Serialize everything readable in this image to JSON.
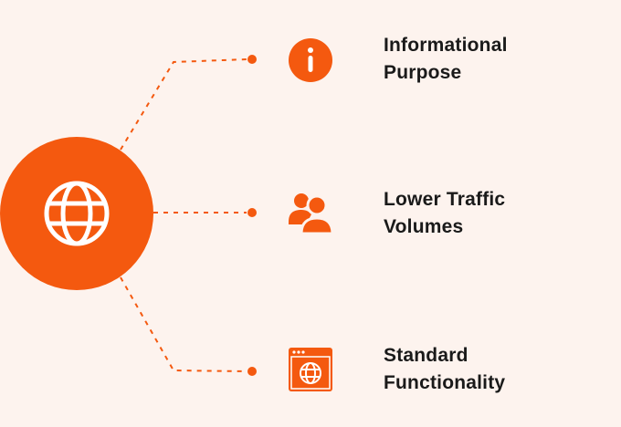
{
  "colors": {
    "accent": "#f4590f",
    "background": "#fdf3ee",
    "text": "#1a1a1a"
  },
  "hub": {
    "icon": "globe-icon"
  },
  "items": [
    {
      "icon": "info-icon",
      "line1": "Informational",
      "line2": "Purpose"
    },
    {
      "icon": "users-icon",
      "line1": "Lower Traffic",
      "line2": "Volumes"
    },
    {
      "icon": "browser-globe-icon",
      "line1": "Standard",
      "line2": "Functionality"
    }
  ]
}
